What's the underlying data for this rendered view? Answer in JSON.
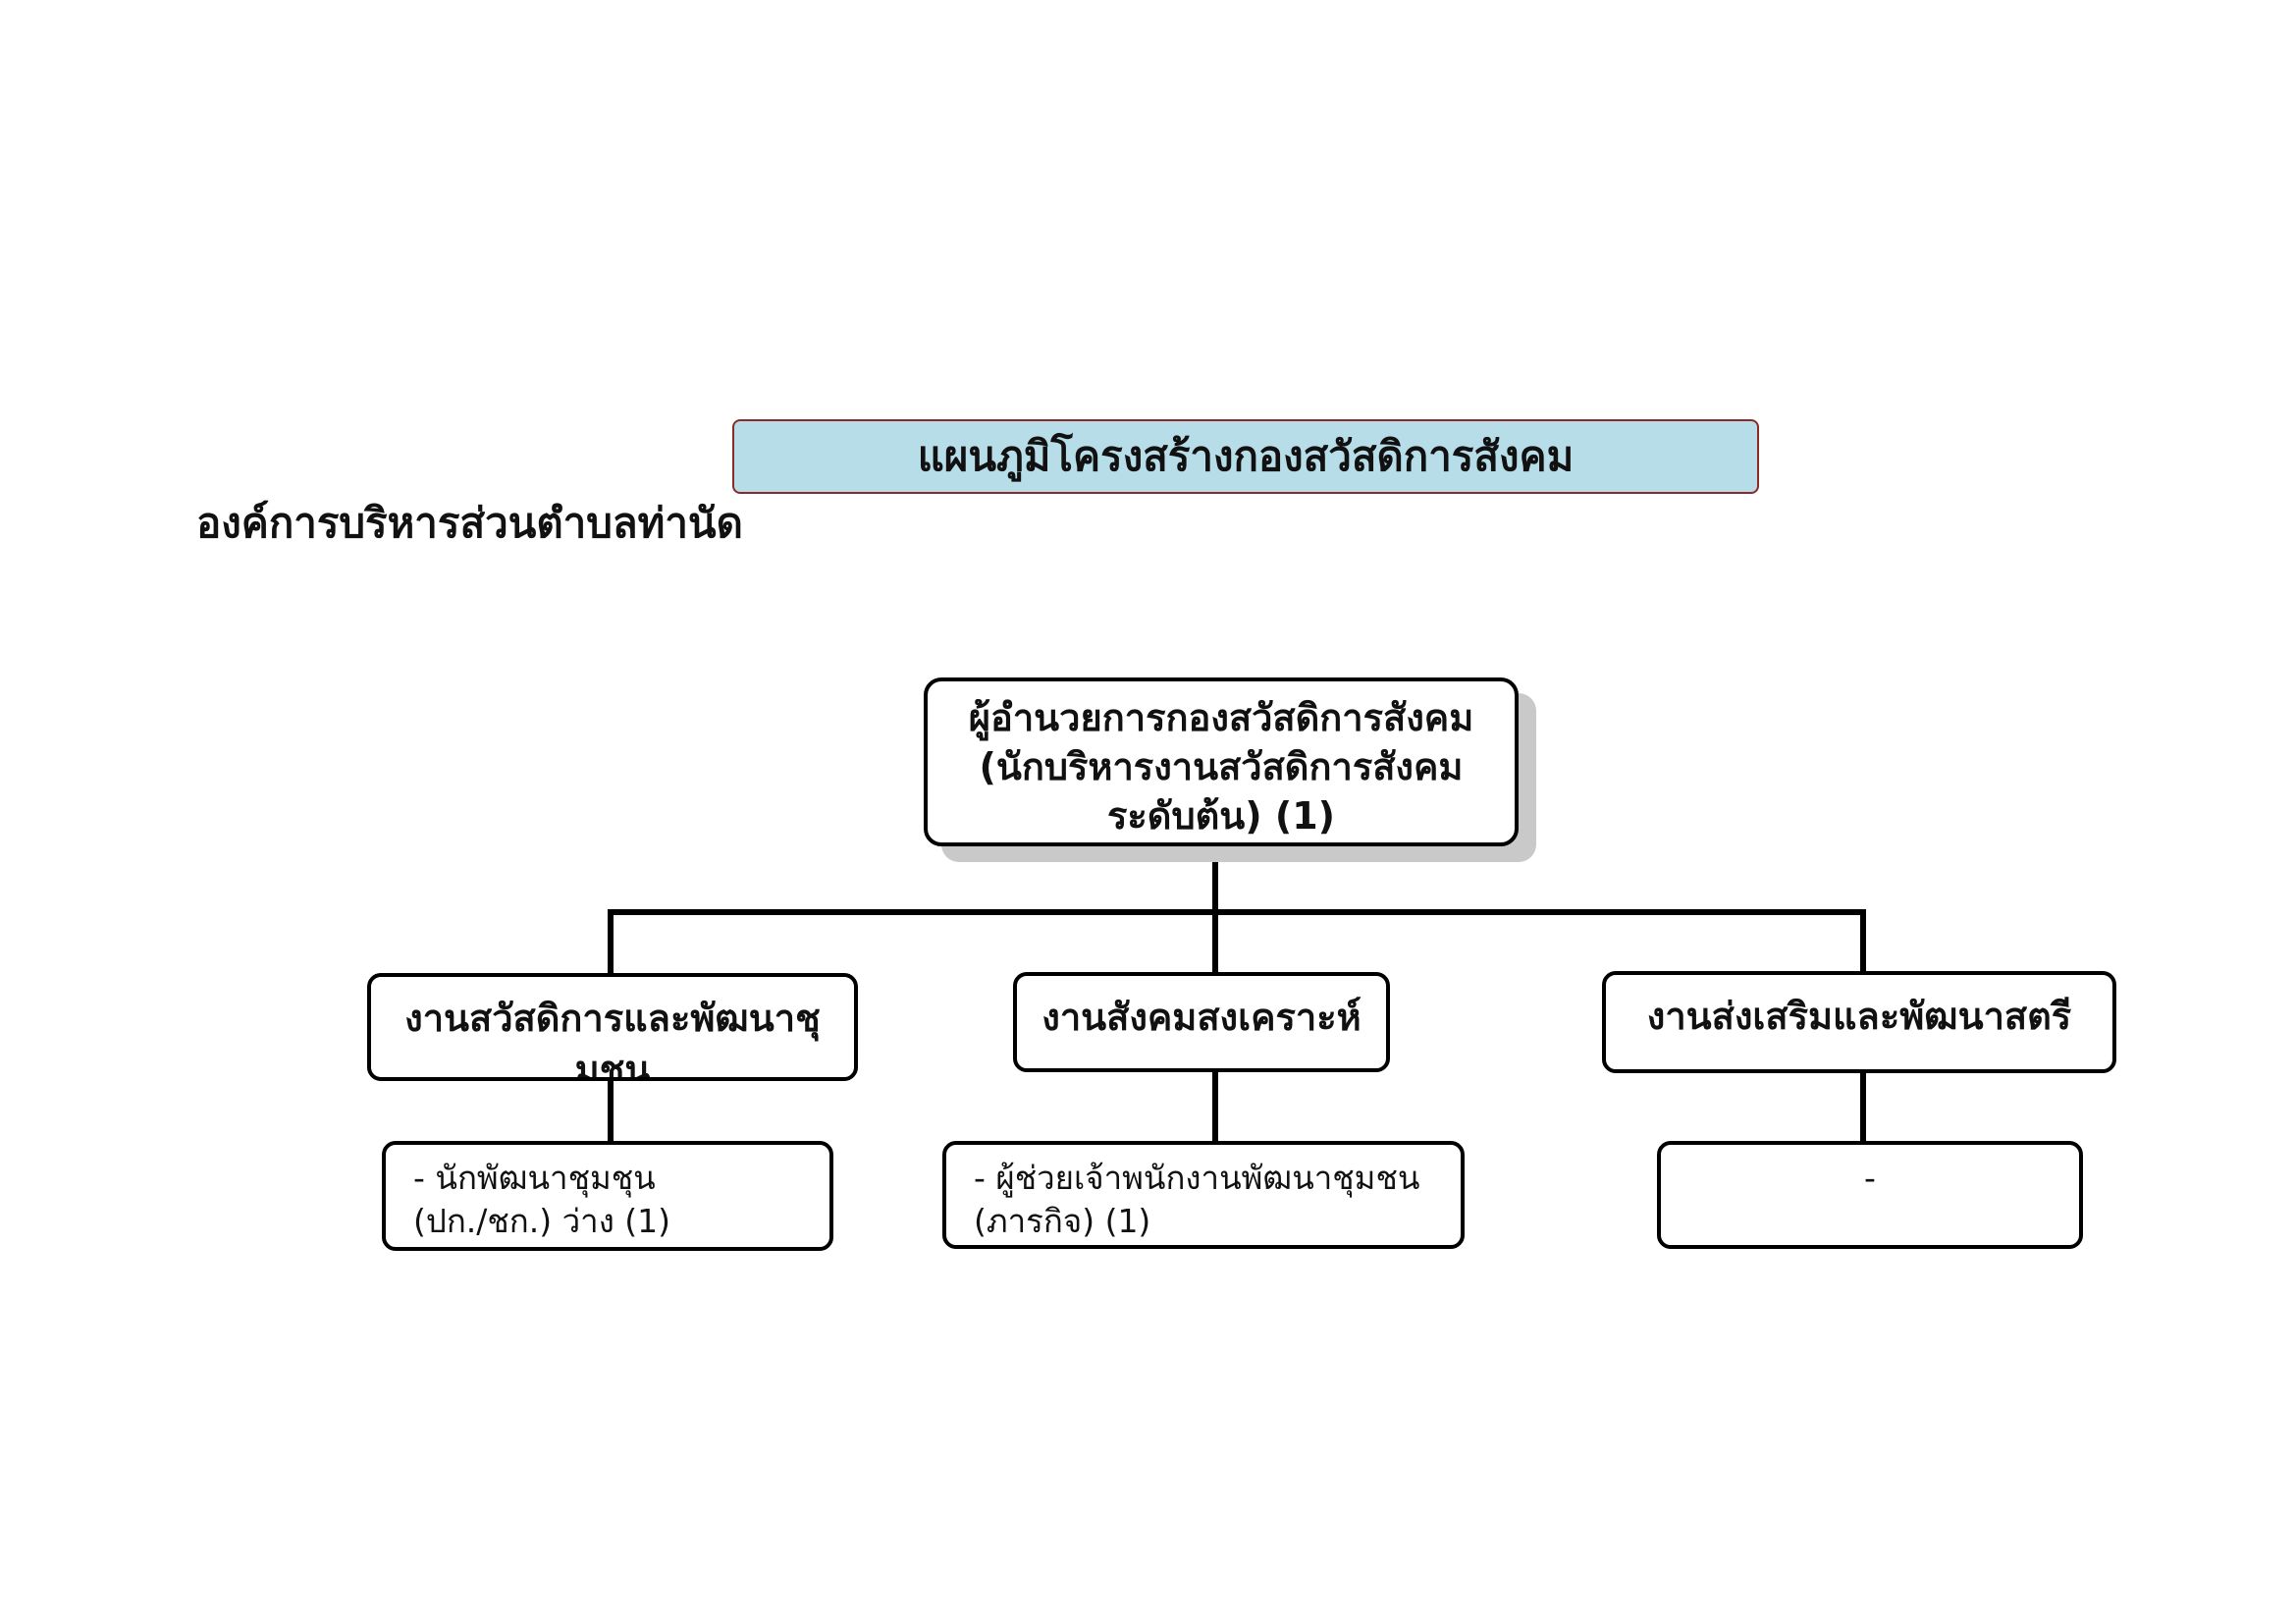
{
  "header": {
    "title": "แผนภูมิโครงสร้างกองสวัสดิการสังคม",
    "organization": "องค์การบริหารส่วนตำบลท่านัด"
  },
  "chart": {
    "head": {
      "line1": "ผู้อำนวยการกองสวัสดิการสังคม",
      "line2": "(นักบริหารงานสวัสดิการสังคม",
      "line3": "ระดับต้น) (1)"
    },
    "units": [
      {
        "line1": "งานสวัสดิการและพัฒนาชุ",
        "line2": "มชน"
      },
      {
        "line1": "งานสังคมสงเคราะห์"
      },
      {
        "line1": "งานส่งเสริมและพัฒนาสตรี"
      }
    ],
    "staff": [
      {
        "line1": "-  นักพัฒนาชุมชุน",
        "line2": "(ปก./ชก.) ว่าง (1)"
      },
      {
        "line1": "- ผู้ช่วยเจ้าพนักงานพัฒนาชุมชน",
        "line2": "(ภารกิจ) (1)"
      },
      {
        "line1": "-"
      }
    ]
  }
}
